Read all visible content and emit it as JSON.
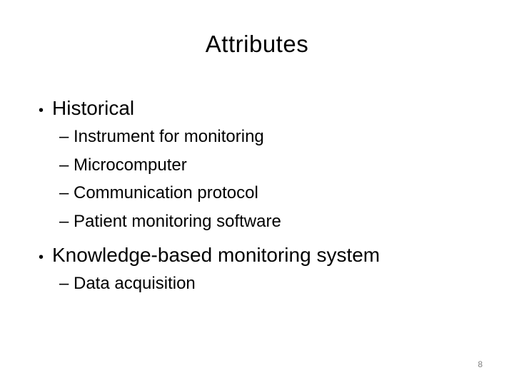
{
  "slide": {
    "title": "Attributes",
    "page_number": "8",
    "bullet_char": "•",
    "sub_bullet_char": "–",
    "colors": {
      "background": "#ffffff",
      "text": "#000000",
      "page_number": "#848484"
    },
    "bullets": [
      {
        "label": "Historical",
        "sub_items": [
          "Instrument for monitoring",
          "Microcomputer",
          "Communication protocol",
          "Patient monitoring software"
        ]
      },
      {
        "label": "Knowledge-based monitoring system",
        "sub_items": [
          "Data acquisition"
        ]
      }
    ]
  }
}
